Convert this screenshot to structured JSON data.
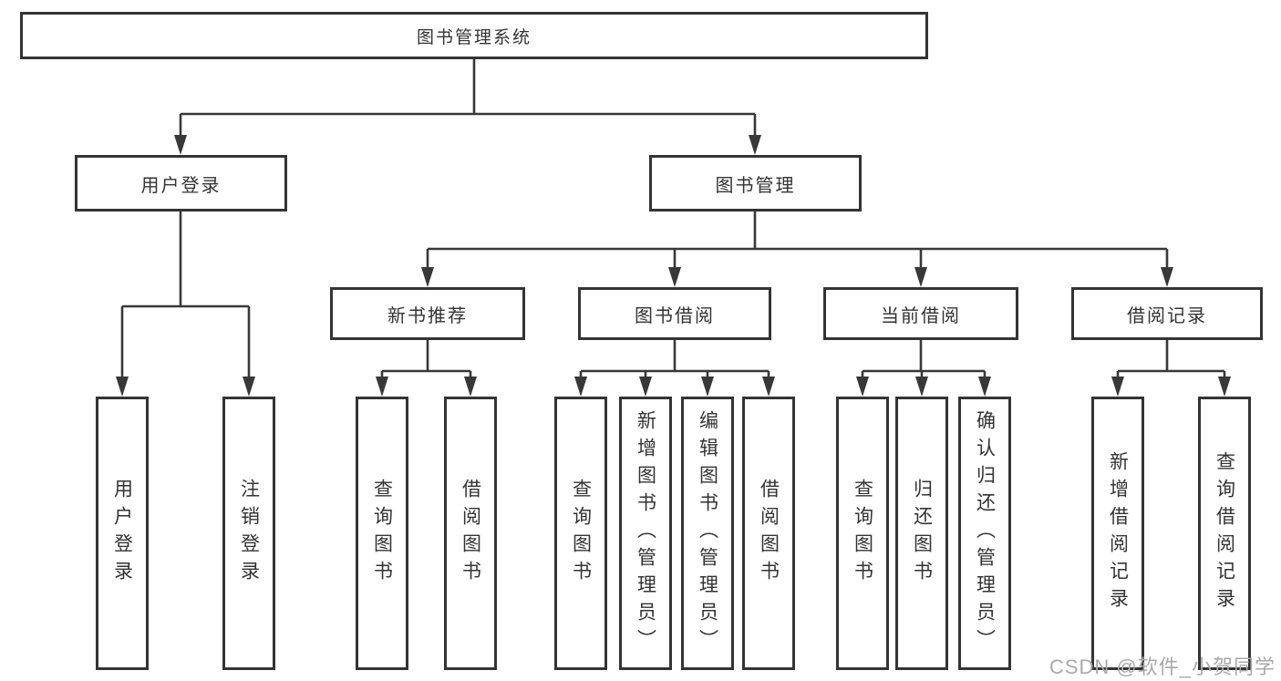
{
  "diagram": {
    "title": "图书管理系统",
    "type": "hierarchy-tree",
    "colors": {
      "background": "#ffffff",
      "line": "#383838",
      "border": "#343434",
      "text": "#333333",
      "watermark": "#a9a9a9"
    },
    "nodes": {
      "root": {
        "label": "图书管理系统"
      },
      "user_login": {
        "label": "用户登录"
      },
      "book_mgmt": {
        "label": "图书管理"
      },
      "new_book_rec": {
        "label": "新书推荐"
      },
      "book_borrow": {
        "label": "图书借阅"
      },
      "current_borrow": {
        "label": "当前借阅"
      },
      "borrow_record": {
        "label": "借阅记录"
      },
      "leaf_user_login": {
        "label": "用户登录"
      },
      "leaf_logout": {
        "label": "注销登录"
      },
      "leaf_nbr_query": {
        "label": "查询图书"
      },
      "leaf_nbr_borrow": {
        "label": "借阅图书"
      },
      "leaf_bb_query": {
        "label": "查询图书"
      },
      "leaf_bb_add": {
        "label": "新增图书（管理员）"
      },
      "leaf_bb_edit": {
        "label": "编辑图书（管理员）"
      },
      "leaf_bb_borrow": {
        "label": "借阅图书"
      },
      "leaf_cb_query": {
        "label": "查询图书"
      },
      "leaf_cb_return": {
        "label": "归还图书"
      },
      "leaf_cb_confirm": {
        "label": "确认归还（管理员）"
      },
      "leaf_br_add": {
        "label": "新增借阅记录"
      },
      "leaf_br_query": {
        "label": "查询借阅记录"
      }
    },
    "hierarchy": {
      "图书管理系统": {
        "用户登录": [
          "用户登录",
          "注销登录"
        ],
        "图书管理": {
          "新书推荐": [
            "查询图书",
            "借阅图书"
          ],
          "图书借阅": [
            "查询图书",
            "新增图书（管理员）",
            "编辑图书（管理员）",
            "借阅图书"
          ],
          "当前借阅": [
            "查询图书",
            "归还图书",
            "确认归还（管理员）"
          ],
          "借阅记录": [
            "新增借阅记录",
            "查询借阅记录"
          ]
        }
      }
    }
  },
  "watermark": {
    "text": "CSDN @软件_小贺同学"
  }
}
